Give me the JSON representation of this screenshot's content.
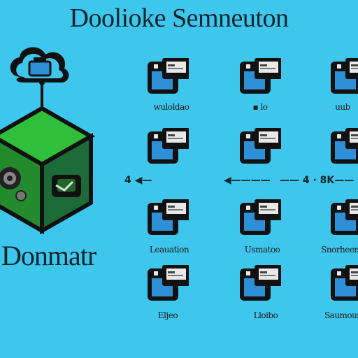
{
  "title": "Doolioke Semneuton",
  "side_label": "Donmatr",
  "arrow_row": {
    "left": "4 ◀—",
    "mid": "◀————",
    "right": "—— 4 · 8K——"
  },
  "captions": {
    "row1": [
      "wuloldao",
      "▪ lo",
      "uub"
    ],
    "row2": [
      "Leauation",
      "Usmatoo",
      "Snorheenu"
    ],
    "row3": [
      "Eljeo",
      "Lloibo",
      "Saumous"
    ]
  },
  "colors": {
    "background": "#3fc6ec",
    "cube_top": "#2fbf3a",
    "cube_left": "#238a2e",
    "cube_right": "#1e6b3a",
    "tile_blue": "#2d8fd6",
    "outline": "#111111"
  }
}
